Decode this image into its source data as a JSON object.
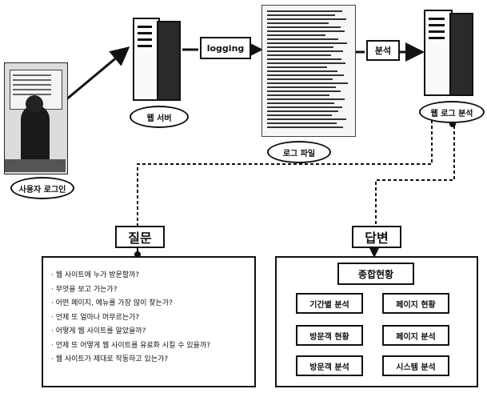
{
  "diagram": {
    "user_login_label": "사용자 로그인",
    "web_server_label": "웹 서버",
    "logging_label": "logging",
    "log_file_label": "로그 파일",
    "analysis_label": "분석",
    "web_log_analysis_label": "웹 로그 분석",
    "question_label": "질문",
    "answer_label": "답변"
  },
  "questions": [
    "웹 사이트에 누가 방문할까?",
    "무엇을 보고 가는가?",
    "어떤 페이지, 메뉴를 가장 많이 찾는가?",
    "언제 또 얼마나 머무르는가?",
    "어떻게 웹 사이트를 알았을까?",
    "언제 또 어떻게 웹 사이트를 유료화 시킬 수 있을까?",
    "웹 사이트가 제대로 작동하고 있는가?"
  ],
  "answers": {
    "title": "종합현황",
    "items": [
      "기간별 분석",
      "페이지 현황",
      "방문객 현황",
      "페이지 분석",
      "방문객 분석",
      "시스템 분석"
    ]
  }
}
